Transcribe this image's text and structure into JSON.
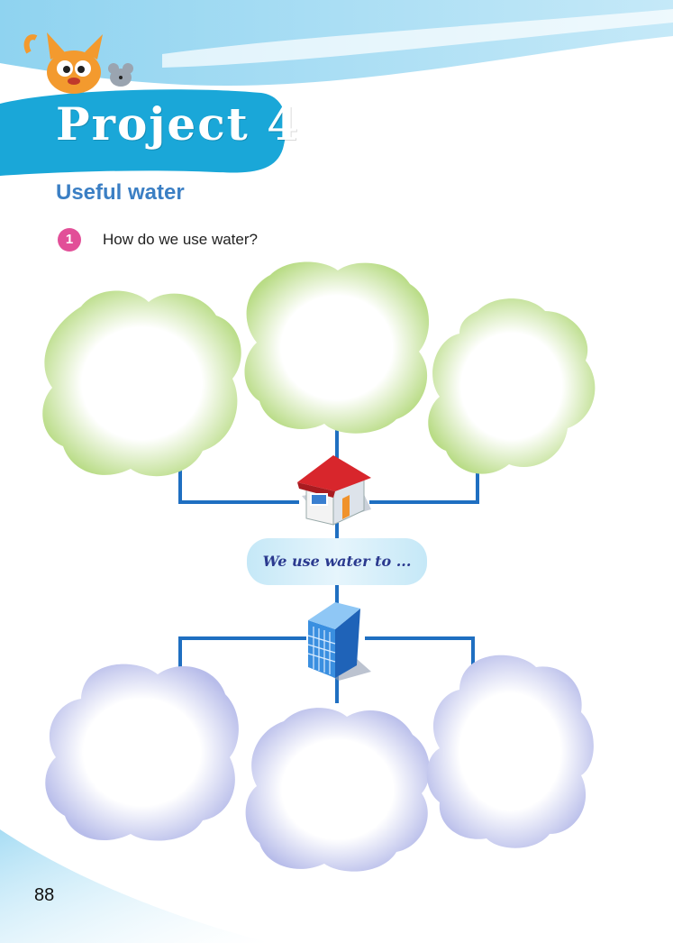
{
  "header": {
    "project_title": "Project 4",
    "accent_color": "#1aa7d8",
    "mascot_name": "cat-and-mouse-mascot"
  },
  "section": {
    "title": "Useful water"
  },
  "question": {
    "number": "1",
    "text": "How do we use water?"
  },
  "diagram": {
    "center_label": "We use water to ...",
    "top_icon": "house-icon",
    "bottom_icon": "office-building-icon",
    "top_cloud_color": "#c6e59a",
    "bottom_cloud_color": "#c9cdf0",
    "connector_color": "#1f6fc1"
  },
  "footer": {
    "page_number": "88"
  }
}
